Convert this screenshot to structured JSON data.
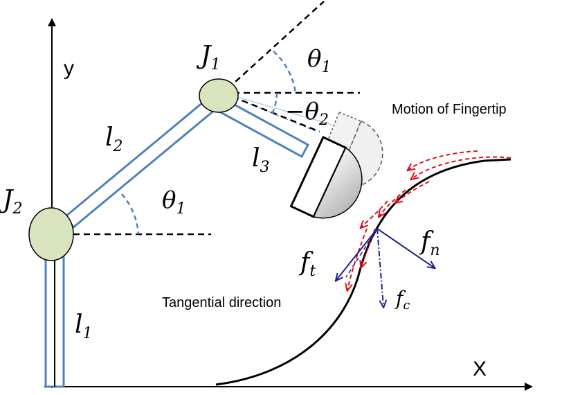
{
  "labels": {
    "y_axis": "y",
    "x_axis": "X",
    "joint1": "J",
    "joint1_sub": "1",
    "joint2": "J",
    "joint2_sub": "2",
    "theta1_top": "θ",
    "theta1_top_sub": "1",
    "theta1_bottom": "θ",
    "theta1_bottom_sub": "1",
    "minus_theta2": "−θ",
    "minus_theta2_sub": "2",
    "link1": "l",
    "link1_sub": "1",
    "link2": "l",
    "link2_sub": "2",
    "link3": "l",
    "link3_sub": "3",
    "motion": "Motion of Fingertip",
    "tangential": "Tangential direction",
    "fn": "f",
    "fn_sub": "n",
    "ft": "f",
    "ft_sub": "t",
    "fc": "f",
    "fc_sub": "c"
  },
  "colors": {
    "link_outline": "#4f81bd",
    "joint_fill": "#d7e4bd",
    "force_arrows": "#1f1f8f",
    "motion_trace": "#e0101a",
    "fingertip": "#c8c8c8"
  }
}
